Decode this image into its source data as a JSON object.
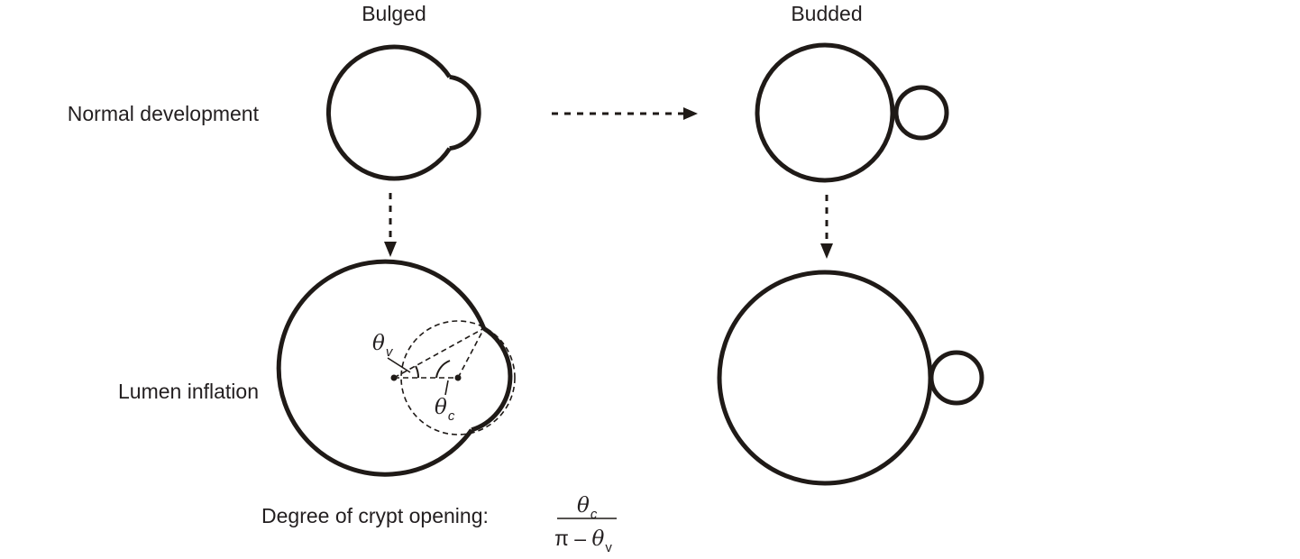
{
  "columns": {
    "bulged": "Bulged",
    "budded": "Budded"
  },
  "rows": {
    "normal": "Normal development",
    "inflation": "Lumen inflation"
  },
  "angles": {
    "theta": "θ",
    "v_sub": "v",
    "c_sub": "c"
  },
  "formula": {
    "label": "Degree of crypt opening:",
    "numerator_symbol": "θ",
    "numerator_sub": "c",
    "denominator_prefix": "π – ",
    "denominator_symbol": "θ",
    "denominator_sub": "v"
  }
}
